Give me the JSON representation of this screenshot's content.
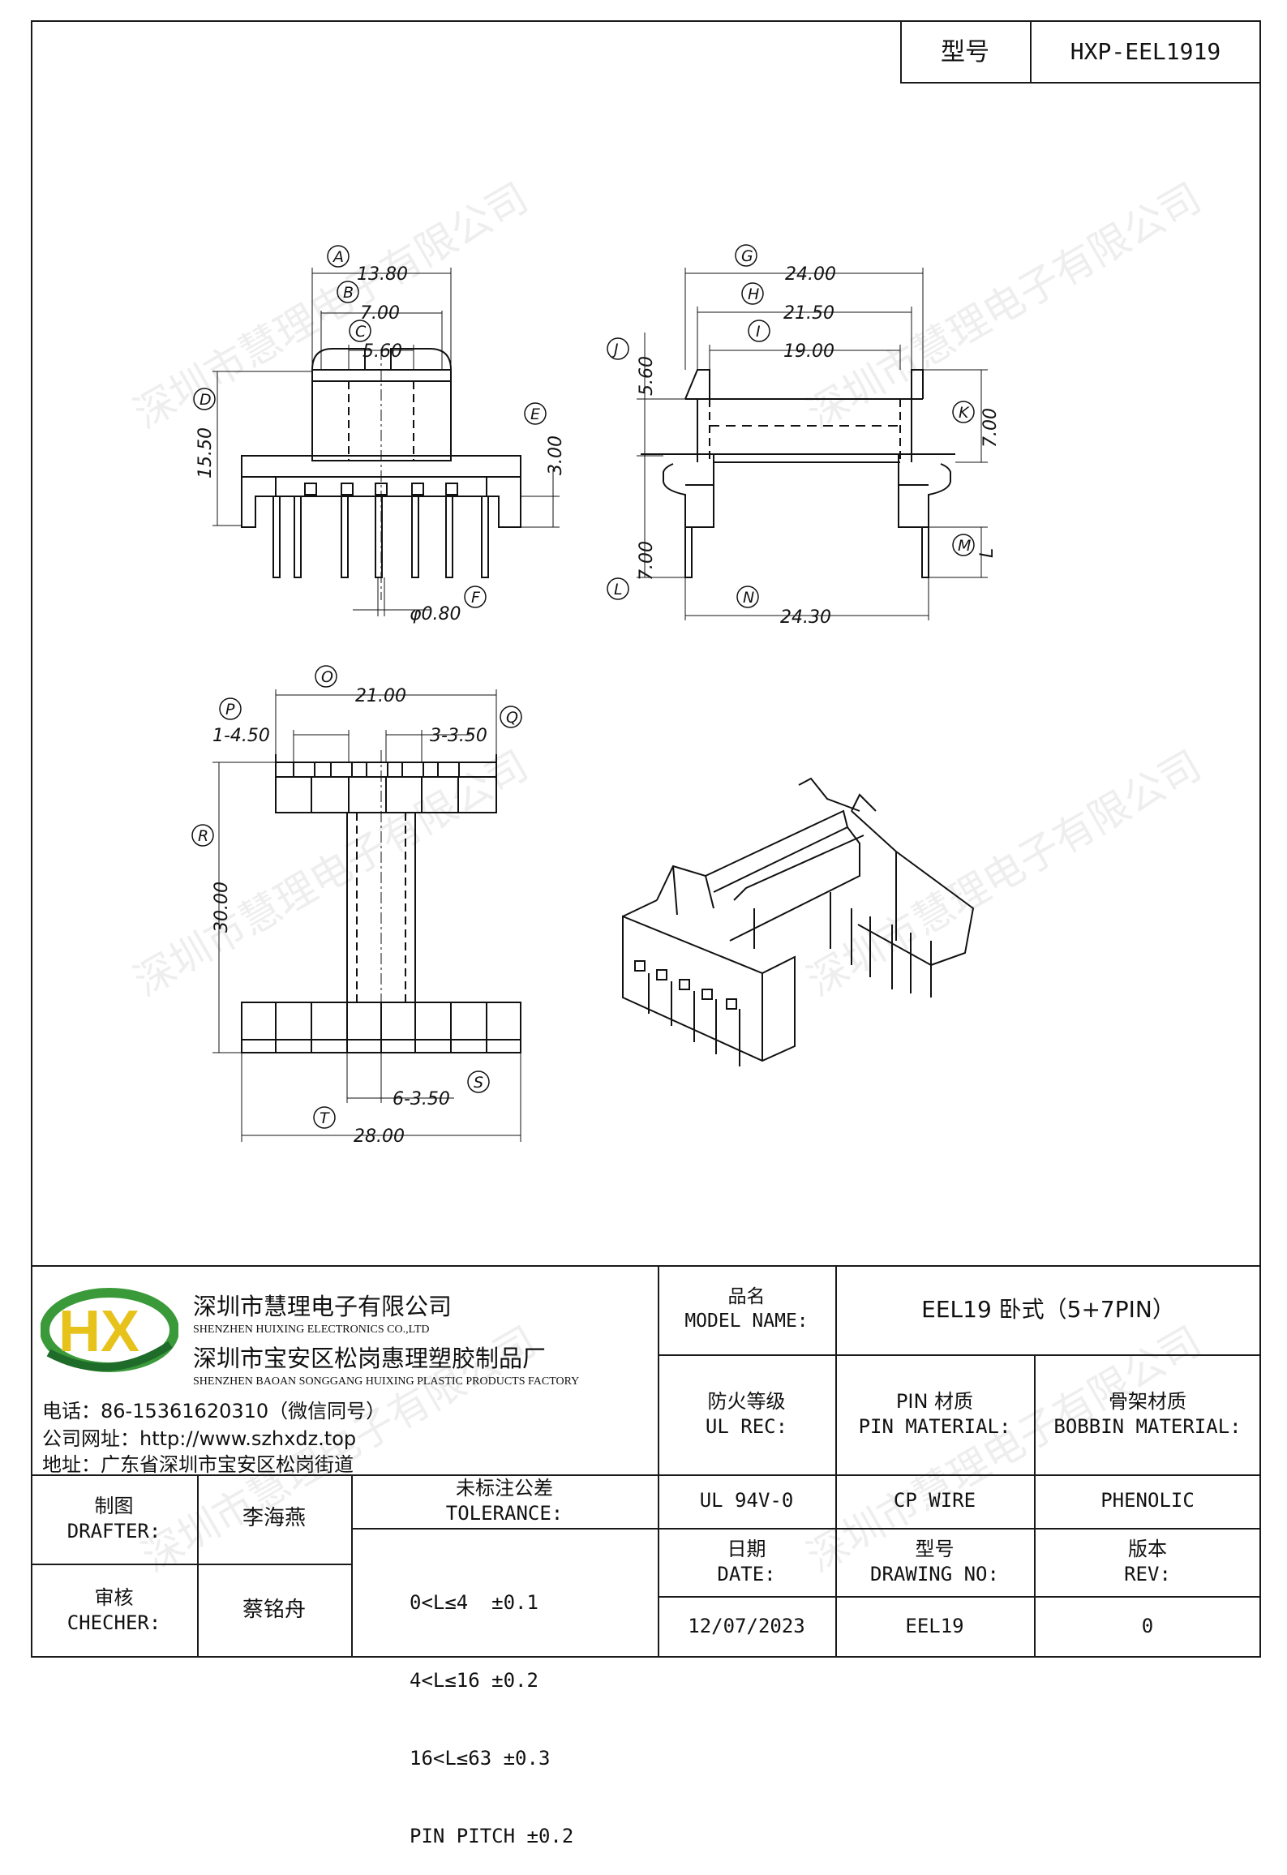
{
  "title_block": {
    "model_label": "型号",
    "model_value": "HXP-EEL1919"
  },
  "watermark": "深圳市慧理电子有限公司",
  "drawing": {
    "dimensions": {
      "A": "13.80",
      "B": "7.00",
      "C": "5.60",
      "D": "15.50",
      "E": "3.00",
      "F": "φ0.80",
      "G": "24.00",
      "H": "21.50",
      "I": "19.00",
      "J": "5.60",
      "K": "7.00",
      "L": "7.00",
      "M": "L",
      "N": "24.30",
      "O": "21.00",
      "P": "1-4.50",
      "Q": "3-3.50",
      "R": "30.00",
      "S": "6-3.50",
      "T": "28.00"
    },
    "circle_letters": [
      "A",
      "B",
      "C",
      "D",
      "E",
      "F",
      "G",
      "H",
      "I",
      "J",
      "K",
      "L",
      "M",
      "N",
      "O",
      "P",
      "Q",
      "R",
      "S",
      "T"
    ]
  },
  "company": {
    "name_cn": "深圳市慧理电子有限公司",
    "name_en": "SHENZHEN HUIXING ELECTRONICS CO.,LTD",
    "factory_cn": "深圳市宝安区松岗惠理塑胶制品厂",
    "factory_en": "SHENZHEN BAOAN SONGGANG HUIXING PLASTIC PRODUCTS FACTORY",
    "phone": "电话：86-15361620310（微信同号）",
    "website": "公司网址：http://www.szhxdz.top",
    "address": "地址：广东省深圳市宝安区松岗街道",
    "logo_text": "HX",
    "logo_colors": {
      "green": "#3a9a3a",
      "yellow": "#e6c21a",
      "dark": "#1f6b2a"
    }
  },
  "info": {
    "model_name_label_cn": "品名",
    "model_name_label_en": "MODEL NAME:",
    "model_name_value": "EEL19 卧式（5+7PIN）",
    "fire_label_cn": "防火等级",
    "fire_label_en": "UL REC:",
    "pin_label_cn": "PIN 材质",
    "pin_label_en": "PIN MATERIAL:",
    "bobbin_label_cn": "骨架材质",
    "bobbin_label_en": "BOBBIN MATERIAL:",
    "fire_value": "UL 94V-0",
    "pin_value": "CP WIRE",
    "bobbin_value": "PHENOLIC",
    "date_label_cn": "日期",
    "date_label_en": "DATE:",
    "drawing_label_cn": "型号",
    "drawing_label_en": "DRAWING NO:",
    "rev_label_cn": "版本",
    "rev_label_en": "REV:",
    "date_value": "12/07/2023",
    "drawing_value": "EEL19",
    "rev_value": "0"
  },
  "people": {
    "drafter_label_cn": "制图",
    "drafter_label_en": "DRAFTER:",
    "drafter_name": "李海燕",
    "checker_label_cn": "审核",
    "checker_label_en": "CHECHER:",
    "checker_name": "蔡铭舟"
  },
  "tolerance": {
    "label_cn": "未标注公差",
    "label_en": "TOLERANCE:",
    "rows": [
      "0<L≤4  ±0.1",
      "4<L≤16 ±0.2",
      "16<L≤63 ±0.3",
      "PIN PITCH ±0.2"
    ]
  }
}
